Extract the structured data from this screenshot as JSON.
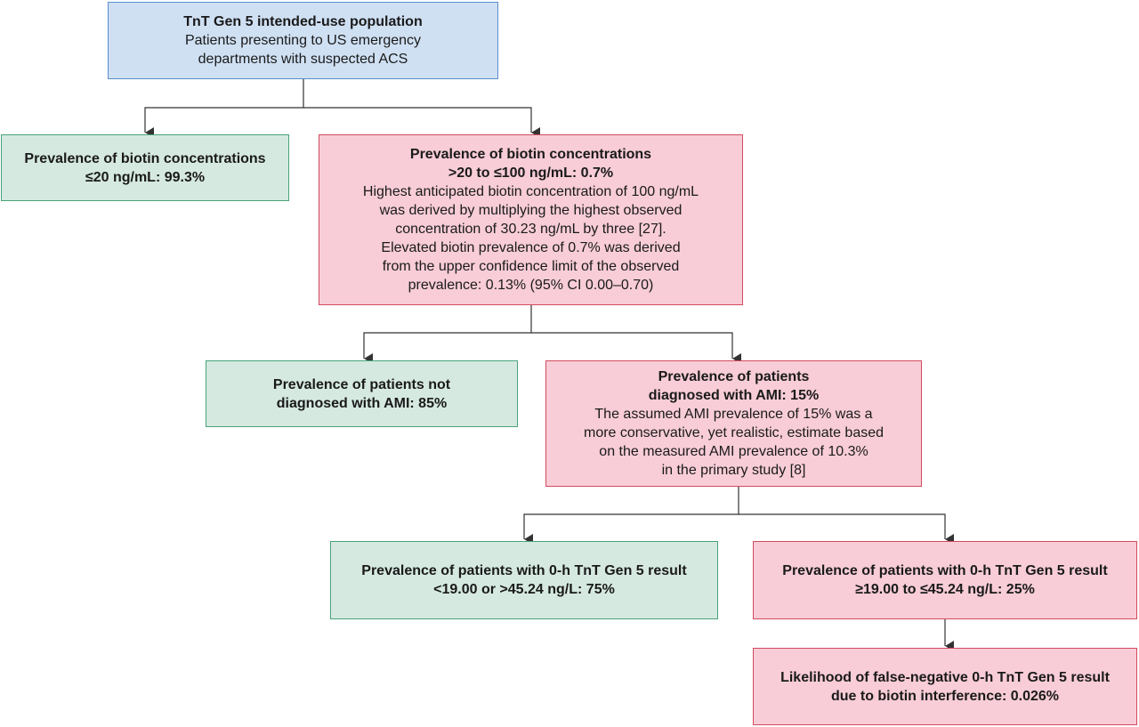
{
  "boxes": {
    "population": {
      "title": "TnT Gen 5 intended-use population",
      "lines": [
        "Patients presenting to US emergency",
        "departments with suspected ACS"
      ]
    },
    "biotin_low": {
      "title_lines": [
        "Prevalence of biotin concentrations",
        "≤20 ng/mL: 99.3%"
      ]
    },
    "biotin_high": {
      "title_lines": [
        "Prevalence of biotin concentrations",
        ">20 to ≤100 ng/mL: 0.7%"
      ],
      "lines": [
        "Highest anticipated biotin concentration of 100 ng/mL",
        "was derived by multiplying the highest observed",
        "concentration of 30.23 ng/mL by three [27].",
        "Elevated biotin prevalence of 0.7% was derived",
        "from the upper confidence limit of the observed",
        "prevalence: 0.13% (95% CI 0.00–0.70)"
      ]
    },
    "not_ami": {
      "title_lines": [
        "Prevalence of patients not",
        "diagnosed with AMI: 85%"
      ]
    },
    "ami": {
      "title_lines": [
        "Prevalence of patients",
        "diagnosed with AMI: 15%"
      ],
      "lines": [
        "The assumed AMI prevalence of 15% was a",
        "more conservative, yet realistic, estimate based",
        "on the measured AMI prevalence of 10.3%",
        "in the primary study [8]"
      ]
    },
    "tnt_outside": {
      "title_lines": [
        "Prevalence of patients with 0-h TnT Gen 5 result",
        "<19.00 or >45.24 ng/L: 75%"
      ]
    },
    "tnt_inside": {
      "title_lines": [
        "Prevalence of patients with 0-h TnT Gen 5 result",
        "≥19.00 to ≤45.24 ng/L: 25%"
      ]
    },
    "false_negative": {
      "title_lines": [
        "Likelihood of false-negative 0-h TnT Gen 5 result",
        "due to biotin interference: 0.026%"
      ]
    }
  },
  "colors": {
    "blue_fill": "#cfe0f3",
    "blue_border": "#5a8fcc",
    "green_fill": "#d5e9e0",
    "green_border": "#4aa27a",
    "pink_fill": "#f8cdd7",
    "pink_border": "#d24b5e",
    "connector": "#333333"
  }
}
